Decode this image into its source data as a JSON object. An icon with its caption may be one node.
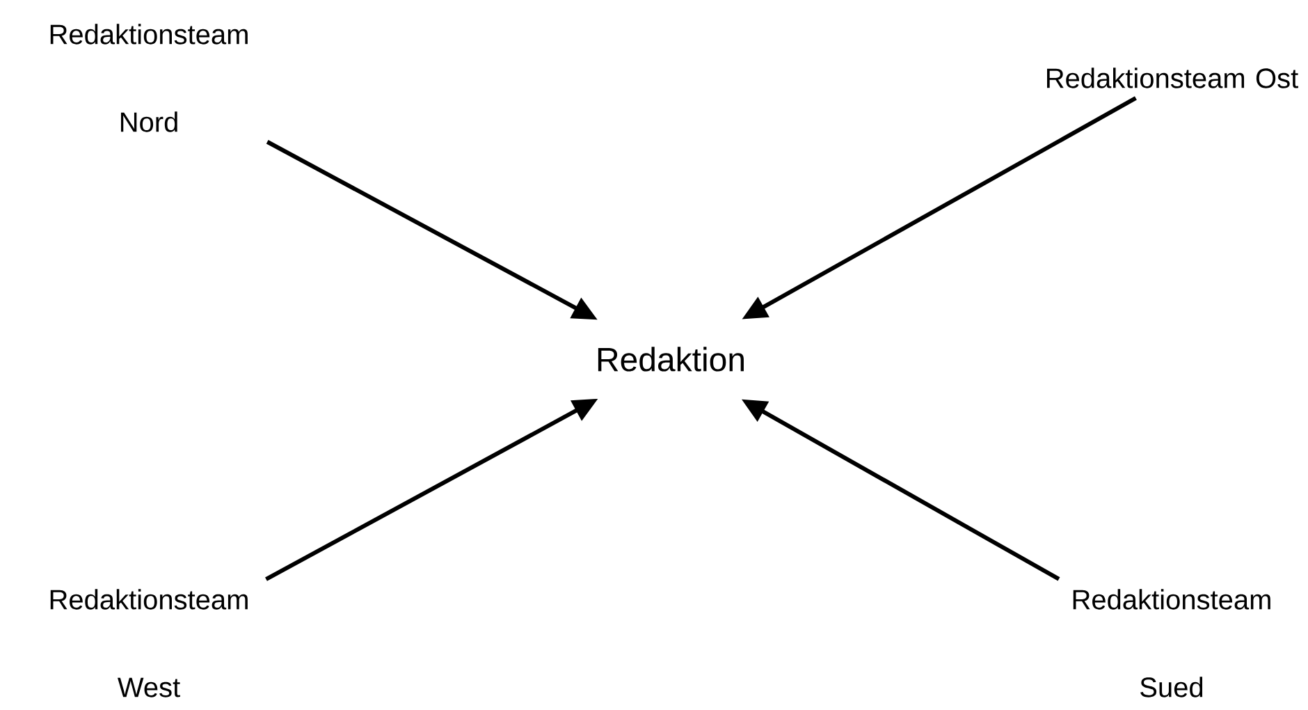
{
  "diagram": {
    "nodes": [
      {
        "text": [
          "Redaktion"
        ]
      },
      {
        "text": [
          "Redaktionsteam Nord"
        ]
      },
      {
        "text": [
          "Redaktionsteam Ost"
        ]
      },
      {
        "text": [
          "Redaktionsteam West"
        ]
      },
      {
        "text": [
          "Redaktionsteam Sued"
        ]
      }
    ],
    "edges": [
      {
        "from": 1,
        "to": 0,
        "arrow": "to"
      },
      {
        "from": 2,
        "to": 0,
        "arrow": "to"
      },
      {
        "from": 3,
        "to": 0,
        "arrow": "to"
      },
      {
        "from": 4,
        "to": 0,
        "arrow": "to"
      }
    ]
  }
}
